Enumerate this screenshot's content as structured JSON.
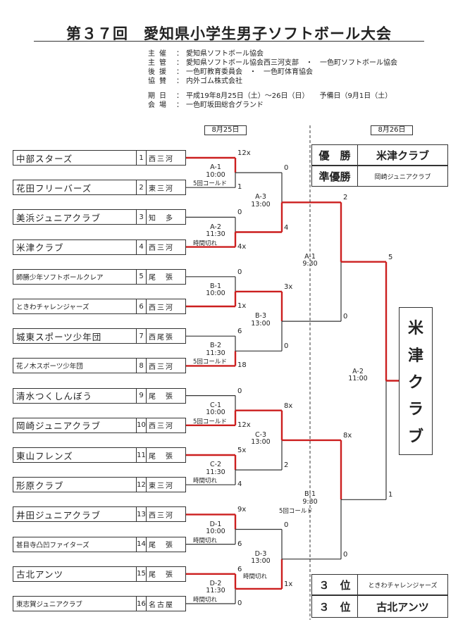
{
  "title": "第３７回　愛知県小学生男子ソフトボール大会",
  "info": [
    {
      "label": "主催",
      "value": "愛知県ソフトボール協会"
    },
    {
      "label": "主管",
      "value": "愛知県ソフトボール協会西三河支部　・　一色町ソフトボール協会"
    },
    {
      "label": "後援",
      "value": "一色町教育委員会　・　一色町体育協会"
    },
    {
      "label": "協賛",
      "value": "内外ゴム株式会社"
    },
    {
      "label": "期日",
      "value": "平成19年8月25日（土）〜26日（日）　　予備日（9月1日（土）"
    },
    {
      "label": "会場",
      "value": "一色町坂田総合グランド"
    }
  ],
  "day1": "8月25日",
  "day2": "8月26日",
  "teams": [
    {
      "num": "1",
      "name": "中部スターズ",
      "region": "西三河"
    },
    {
      "num": "2",
      "name": "花田フリーバーズ",
      "region": "東三河"
    },
    {
      "num": "3",
      "name": "美浜ジュニアクラブ",
      "region": "知　多"
    },
    {
      "num": "4",
      "name": "米津クラブ",
      "region": "西三河"
    },
    {
      "num": "5",
      "name": "師勝少年ソフトボールクレア",
      "region": "尾　張"
    },
    {
      "num": "6",
      "name": "ときわチャレンジャーズ",
      "region": "西三河"
    },
    {
      "num": "7",
      "name": "城東スポーツ少年団",
      "region": "西尾張"
    },
    {
      "num": "8",
      "name": "花ノ木スポーツ少年団",
      "region": "西三河"
    },
    {
      "num": "9",
      "name": "清水つくしんぼう",
      "region": "尾　張"
    },
    {
      "num": "10",
      "name": "岡崎ジュニアクラブ",
      "region": "西三河"
    },
    {
      "num": "11",
      "name": "東山フレンズ",
      "region": "尾　張"
    },
    {
      "num": "12",
      "name": "形原クラブ",
      "region": "東三河"
    },
    {
      "num": "13",
      "name": "井田ジュニアクラブ",
      "region": "西三河"
    },
    {
      "num": "14",
      "name": "甚目寺凸凹ファイターズ",
      "region": "尾　張"
    },
    {
      "num": "15",
      "name": "古北アンツ",
      "region": "尾　張"
    },
    {
      "num": "16",
      "name": "東志賀ジュニアクラブ",
      "region": "名古屋"
    }
  ],
  "round1_scores": [
    "12x",
    "1",
    "0",
    "4x",
    "0",
    "1x",
    "6",
    "18",
    "0",
    "12x",
    "5x",
    "4",
    "9x",
    "6",
    "6",
    "0"
  ],
  "round1_games": [
    {
      "label": "A-1\n10:00",
      "note": "5回コールド"
    },
    {
      "label": "A-2\n11:30",
      "note": "時間切れ"
    },
    {
      "label": "B-1\n10:00",
      "note": ""
    },
    {
      "label": "B-2\n11:30",
      "note": "5回コールド"
    },
    {
      "label": "C-1\n10:00",
      "note": "5回コールド"
    },
    {
      "label": "C-2\n11:30",
      "note": "時間切れ"
    },
    {
      "label": "D-1\n10:00",
      "note": "時間切れ"
    },
    {
      "label": "D-2\n11:30",
      "note": "時間切れ"
    }
  ],
  "round2_scores": [
    "0",
    "4",
    "3x",
    "0",
    "8x",
    "2",
    "0",
    "1x"
  ],
  "round2_games": [
    {
      "label": "A-3\n13:00",
      "note": ""
    },
    {
      "label": "B-3\n13:00",
      "note": ""
    },
    {
      "label": "C-3\n13:00",
      "note": ""
    },
    {
      "label": "D-3\n13:00",
      "note": "時間切れ"
    }
  ],
  "semi_scores": [
    "2",
    "0",
    "8x",
    "0"
  ],
  "semi_games": [
    {
      "label": "A-1\n9:30",
      "note": ""
    },
    {
      "label": "B-1\n9:30",
      "note": "5回コールド"
    }
  ],
  "final_scores": [
    "5",
    "1"
  ],
  "final_game": {
    "label": "A-2\n11:00"
  },
  "champion": "米津クラブ",
  "results": {
    "winner_label": "優　勝",
    "winner": "米津クラブ",
    "runnerup_label": "準優勝",
    "runnerup": "岡崎ジュニアクラブ",
    "third_label": "３　位",
    "third1": "ときわチャレンジャーズ",
    "third2": "古北アンツ"
  },
  "colors": {
    "winner_line": "#cc1f1f",
    "line": "#333333"
  }
}
